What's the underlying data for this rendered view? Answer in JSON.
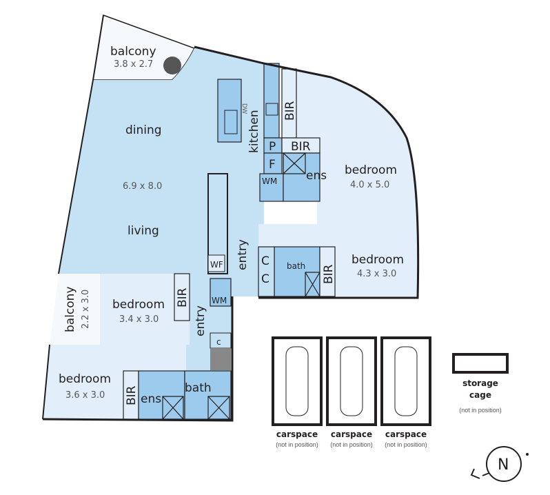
{
  "rooms": {
    "balcony_top": {
      "name": "balcony",
      "size": "3.8 x 2.7"
    },
    "living": {
      "dining": "dining",
      "size": "6.9 x 8.0",
      "living": "living"
    },
    "kitchen": "kitchen",
    "dw": "DW",
    "bir_kitchen": "BIR",
    "bir_bed1": "BIR",
    "pantry": "P",
    "fridge": "F",
    "wm_top": "WM",
    "ens_top": "ens",
    "bedroom1": {
      "name": "bedroom",
      "size": "4.0 x 5.0"
    },
    "bedroom2": {
      "name": "bedroom",
      "size": "4.3 x 3.0"
    },
    "entry_top": "entry",
    "cupboard1": "C",
    "cupboard2": "C",
    "bath_top": "bath",
    "bir_bed2": "BIR",
    "wf": "WF",
    "wm_bottom": "WM",
    "entry_bottom": "entry",
    "cupboard_small": "c",
    "balcony_left": {
      "name": "balcony",
      "size": "2.2 x 3.0"
    },
    "bedroom3": {
      "name": "bedroom",
      "size": "3.4 x 3.0"
    },
    "bir_bed3": "BIR",
    "bedroom4": {
      "name": "bedroom",
      "size": "3.6 x 3.0"
    },
    "bir_bed4": "BIR",
    "ens_bottom": "ens",
    "bath_bottom": "bath"
  },
  "carspaces": [
    {
      "label": "carspace",
      "note": "(not in position)"
    },
    {
      "label": "carspace",
      "note": "(not in position)"
    },
    {
      "label": "carspace",
      "note": "(not in position)"
    }
  ],
  "storage": {
    "label1": "storage",
    "label2": "cage",
    "note": "(not in position)"
  },
  "compass": {
    "letter": "N"
  },
  "colors": {
    "living": "#c5e2f5",
    "bedroom": "#e2effa",
    "wet": "#9dcbee",
    "balcony": "#f6f9fc",
    "wall": "#231f20"
  }
}
